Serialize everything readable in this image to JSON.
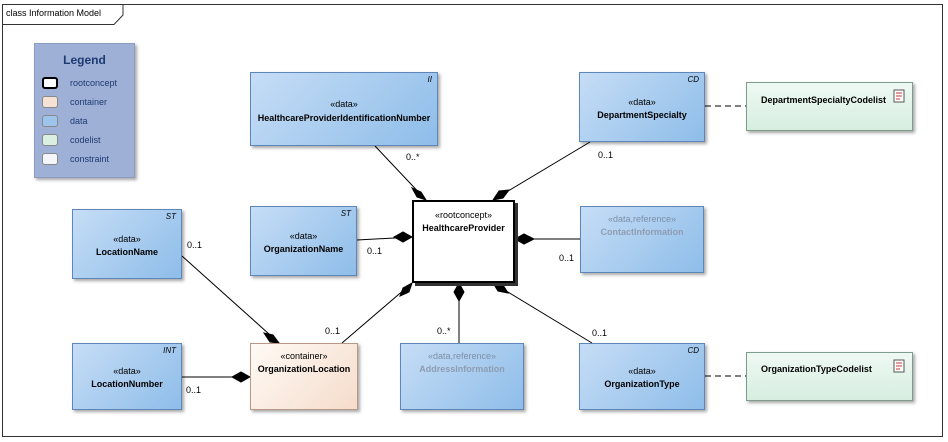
{
  "diagram_title": "class Information Model",
  "legend": {
    "title": "Legend",
    "items": [
      {
        "label": "rootconcept",
        "color": "#ffffff"
      },
      {
        "label": "container",
        "color": "#f6e2d4"
      },
      {
        "label": "data",
        "color": "#9cc4ec"
      },
      {
        "label": "codelist",
        "color": "#d8efe1"
      },
      {
        "label": "constraint",
        "color": "#f4f6fb"
      }
    ]
  },
  "nodes": {
    "id_number": {
      "stereo": "«data»",
      "name": "HealthcareProviderIdentificationNumber",
      "tag": "II"
    },
    "dept_specialty": {
      "stereo": "«data»",
      "name": "DepartmentSpecialty",
      "tag": "CD"
    },
    "dept_codelist": {
      "name": "DepartmentSpecialtyCodelist"
    },
    "location_name": {
      "stereo": "«data»",
      "name": "LocationName",
      "tag": "ST"
    },
    "org_name": {
      "stereo": "«data»",
      "name": "OrganizationName",
      "tag": "ST"
    },
    "provider": {
      "stereo": "«rootconcept»",
      "name": "HealthcareProvider"
    },
    "contact": {
      "stereo": "«data,reference»",
      "name": "ContactInformation"
    },
    "location_number": {
      "stereo": "«data»",
      "name": "LocationNumber",
      "tag": "INT"
    },
    "org_location": {
      "stereo": "«container»",
      "name": "OrganizationLocation"
    },
    "address": {
      "stereo": "«data,reference»",
      "name": "AddressInformation"
    },
    "org_type": {
      "stereo": "«data»",
      "name": "OrganizationType",
      "tag": "CD"
    },
    "type_codelist": {
      "name": "OrganizationTypeCodelist"
    }
  },
  "multiplicities": {
    "id_number": "0..*",
    "dept_specialty": "0..1",
    "location_name": "0..1",
    "org_name": "0..1",
    "contact": "0..1",
    "location_number": "0..1",
    "org_location": "0..1",
    "address": "0..*",
    "org_type": "0..1"
  }
}
